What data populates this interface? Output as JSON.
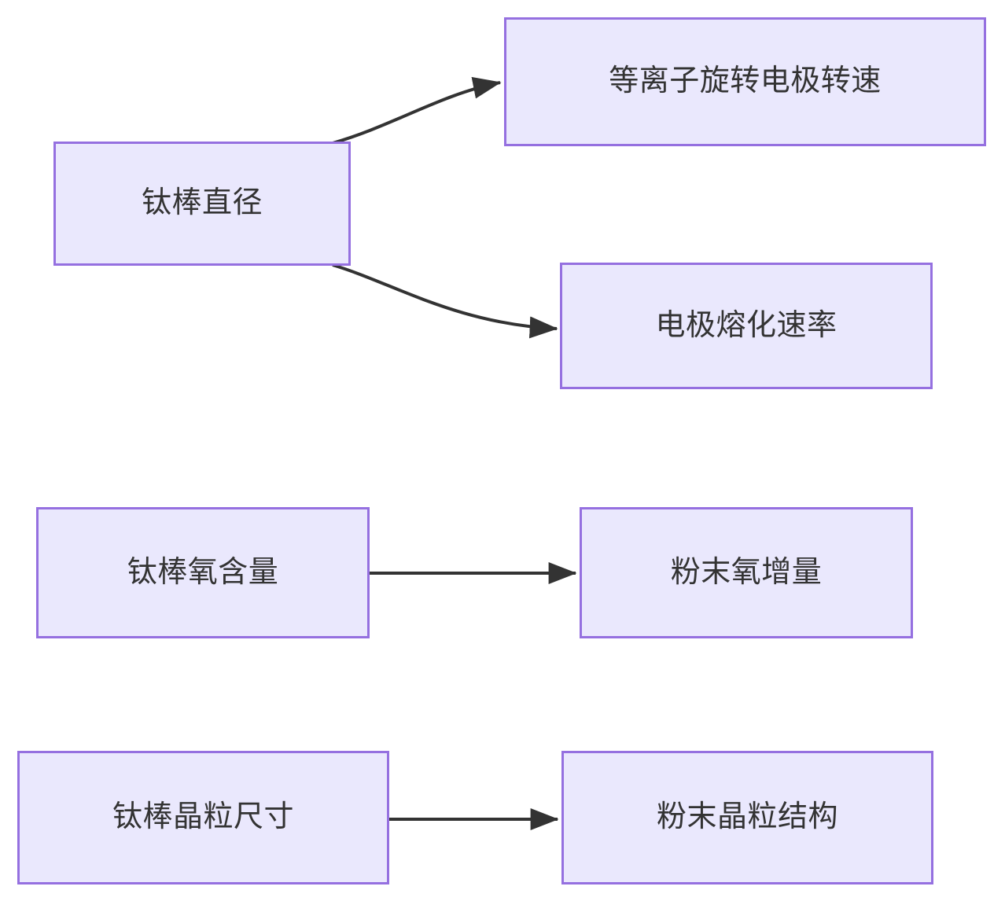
{
  "diagram": {
    "type": "flowchart",
    "direction": "left-to-right",
    "colors": {
      "node_fill": "#eae8fd",
      "node_border": "#9570e0",
      "node_text": "#333333",
      "edge_stroke": "#333333",
      "background": "#ffffff"
    },
    "nodes": [
      {
        "id": "rod-diameter",
        "label": "钛棒直径"
      },
      {
        "id": "plasma-speed",
        "label": "等离子旋转电极转速"
      },
      {
        "id": "melt-rate",
        "label": "电极熔化速率"
      },
      {
        "id": "rod-oxygen",
        "label": "钛棒氧含量"
      },
      {
        "id": "powder-oxygen",
        "label": "粉末氧增量"
      },
      {
        "id": "rod-grain-size",
        "label": "钛棒晶粒尺寸"
      },
      {
        "id": "powder-grain",
        "label": "粉末晶粒结构"
      }
    ],
    "edges": [
      {
        "id": "edge-1",
        "from": "rod-diameter",
        "to": "plasma-speed",
        "style": "curved",
        "arrow": "single",
        "label": ""
      },
      {
        "id": "edge-2",
        "from": "rod-diameter",
        "to": "melt-rate",
        "style": "curved",
        "arrow": "single",
        "label": ""
      },
      {
        "id": "edge-3",
        "from": "rod-oxygen",
        "to": "powder-oxygen",
        "style": "straight",
        "arrow": "single",
        "label": ""
      },
      {
        "id": "edge-4",
        "from": "rod-grain-size",
        "to": "powder-grain",
        "style": "straight",
        "arrow": "single",
        "label": ""
      }
    ]
  }
}
